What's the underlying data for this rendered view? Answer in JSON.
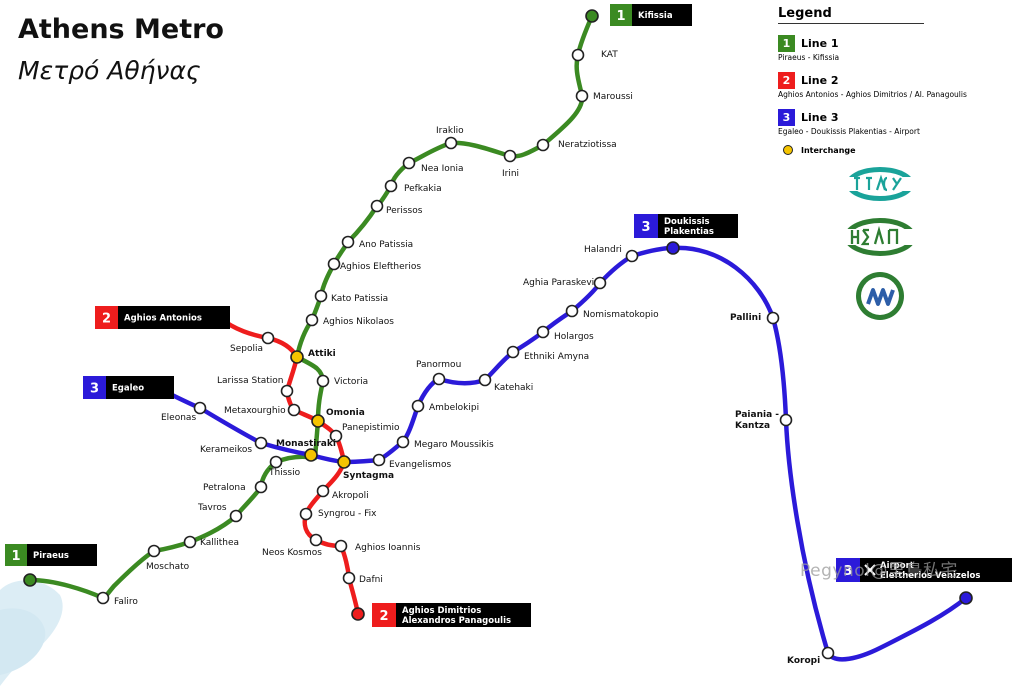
{
  "title": "Athens Metro",
  "subtitle": "Μετρό Αθήνας",
  "legend": {
    "heading": "Legend",
    "lines": [
      {
        "number": "1",
        "name": "Line 1",
        "route": "Piraeus - Kifissia",
        "color": "#3b8a22"
      },
      {
        "number": "2",
        "name": "Line 2",
        "route": "Aghios Antonios - Aghios Dimitrios / Al. Panagoulis",
        "color": "#ee1d1d"
      },
      {
        "number": "3",
        "name": "Line 3",
        "route": "Egaleo - Doukissis Plakentias - Airport",
        "color": "#2b1ad9"
      }
    ],
    "interchange_label": "Interchange",
    "interchange_color": "#f5c400"
  },
  "logos": [
    "stasy-logo",
    "isap-logo",
    "athens-metro-logo"
  ],
  "terminals": [
    {
      "id": "kifissia",
      "number": "1",
      "line": 1,
      "label": "Kifissia"
    },
    {
      "id": "piraeus",
      "number": "1",
      "line": 1,
      "label": "Piraeus"
    },
    {
      "id": "aghios-antonios",
      "number": "2",
      "line": 2,
      "label": "Aghios Antonios"
    },
    {
      "id": "aghios-dimitrios",
      "number": "2",
      "line": 2,
      "label": "Aghios Dimitrios\nAlexandros Panagoulis"
    },
    {
      "id": "egaleo",
      "number": "3",
      "line": 3,
      "label": "Egaleo"
    },
    {
      "id": "doukissis",
      "number": "3",
      "line": 3,
      "label": "Doukissis\nPlakentias"
    },
    {
      "id": "airport",
      "number": "3",
      "line": 3,
      "label": "Airport\nEleftherios Venizelos"
    }
  ],
  "stations": [
    {
      "id": "kat",
      "name": "KAT"
    },
    {
      "id": "maroussi",
      "name": "Maroussi"
    },
    {
      "id": "neratziotissa",
      "name": "Neratziotissa"
    },
    {
      "id": "irini",
      "name": "Irini"
    },
    {
      "id": "iraklio",
      "name": "Iraklio"
    },
    {
      "id": "nea-ionia",
      "name": "Nea Ionia"
    },
    {
      "id": "pefkakia",
      "name": "Pefkakia"
    },
    {
      "id": "perissos",
      "name": "Perissos"
    },
    {
      "id": "ano-patissia",
      "name": "Ano Patissia"
    },
    {
      "id": "aghios-eleftherios",
      "name": "Aghios Eleftherios"
    },
    {
      "id": "kato-patissia",
      "name": "Kato Patissia"
    },
    {
      "id": "aghios-nikolaos",
      "name": "Aghios Nikolaos"
    },
    {
      "id": "attiki",
      "name": "Attiki",
      "interchange": true
    },
    {
      "id": "victoria",
      "name": "Victoria"
    },
    {
      "id": "omonia",
      "name": "Omonia",
      "interchange": true
    },
    {
      "id": "monastiraki",
      "name": "Monastiraki",
      "interchange": true
    },
    {
      "id": "thissio",
      "name": "Thissio"
    },
    {
      "id": "petralona",
      "name": "Petralona"
    },
    {
      "id": "tavros",
      "name": "Tavros"
    },
    {
      "id": "kallithea",
      "name": "Kallithea"
    },
    {
      "id": "moschato",
      "name": "Moschato"
    },
    {
      "id": "faliro",
      "name": "Faliro"
    },
    {
      "id": "sepolia",
      "name": "Sepolia"
    },
    {
      "id": "larissa",
      "name": "Larissa Station"
    },
    {
      "id": "metaxourghio",
      "name": "Metaxourghio"
    },
    {
      "id": "panepistimio",
      "name": "Panepistimio"
    },
    {
      "id": "syntagma",
      "name": "Syntagma",
      "interchange": true
    },
    {
      "id": "akropoli",
      "name": "Akropoli"
    },
    {
      "id": "syngrou-fix",
      "name": "Syngrou - Fix"
    },
    {
      "id": "neos-kosmos",
      "name": "Neos Kosmos"
    },
    {
      "id": "aghios-ioannis",
      "name": "Aghios Ioannis"
    },
    {
      "id": "dafni",
      "name": "Dafni"
    },
    {
      "id": "eleonas",
      "name": "Eleonas"
    },
    {
      "id": "kerameikos",
      "name": "Kerameikos"
    },
    {
      "id": "evangelismos",
      "name": "Evangelismos"
    },
    {
      "id": "megaro-moussikis",
      "name": "Megaro Moussikis"
    },
    {
      "id": "ambelokipi",
      "name": "Ambelokipi"
    },
    {
      "id": "panormou",
      "name": "Panormou"
    },
    {
      "id": "katehaki",
      "name": "Katehaki"
    },
    {
      "id": "ethniki-amyna",
      "name": "Ethniki Amyna"
    },
    {
      "id": "holargos",
      "name": "Holargos"
    },
    {
      "id": "nomismatokopio",
      "name": "Nomismatokopio"
    },
    {
      "id": "aghia-paraskevi",
      "name": "Aghia Paraskevi"
    },
    {
      "id": "halandri",
      "name": "Halandri"
    },
    {
      "id": "pallini",
      "name": "Pallini"
    },
    {
      "id": "paiania-kantza",
      "name": "Paiania -\nKantza"
    },
    {
      "id": "koropi",
      "name": "Koropi"
    }
  ],
  "watermark": "Pegynol@里鳥私宅"
}
